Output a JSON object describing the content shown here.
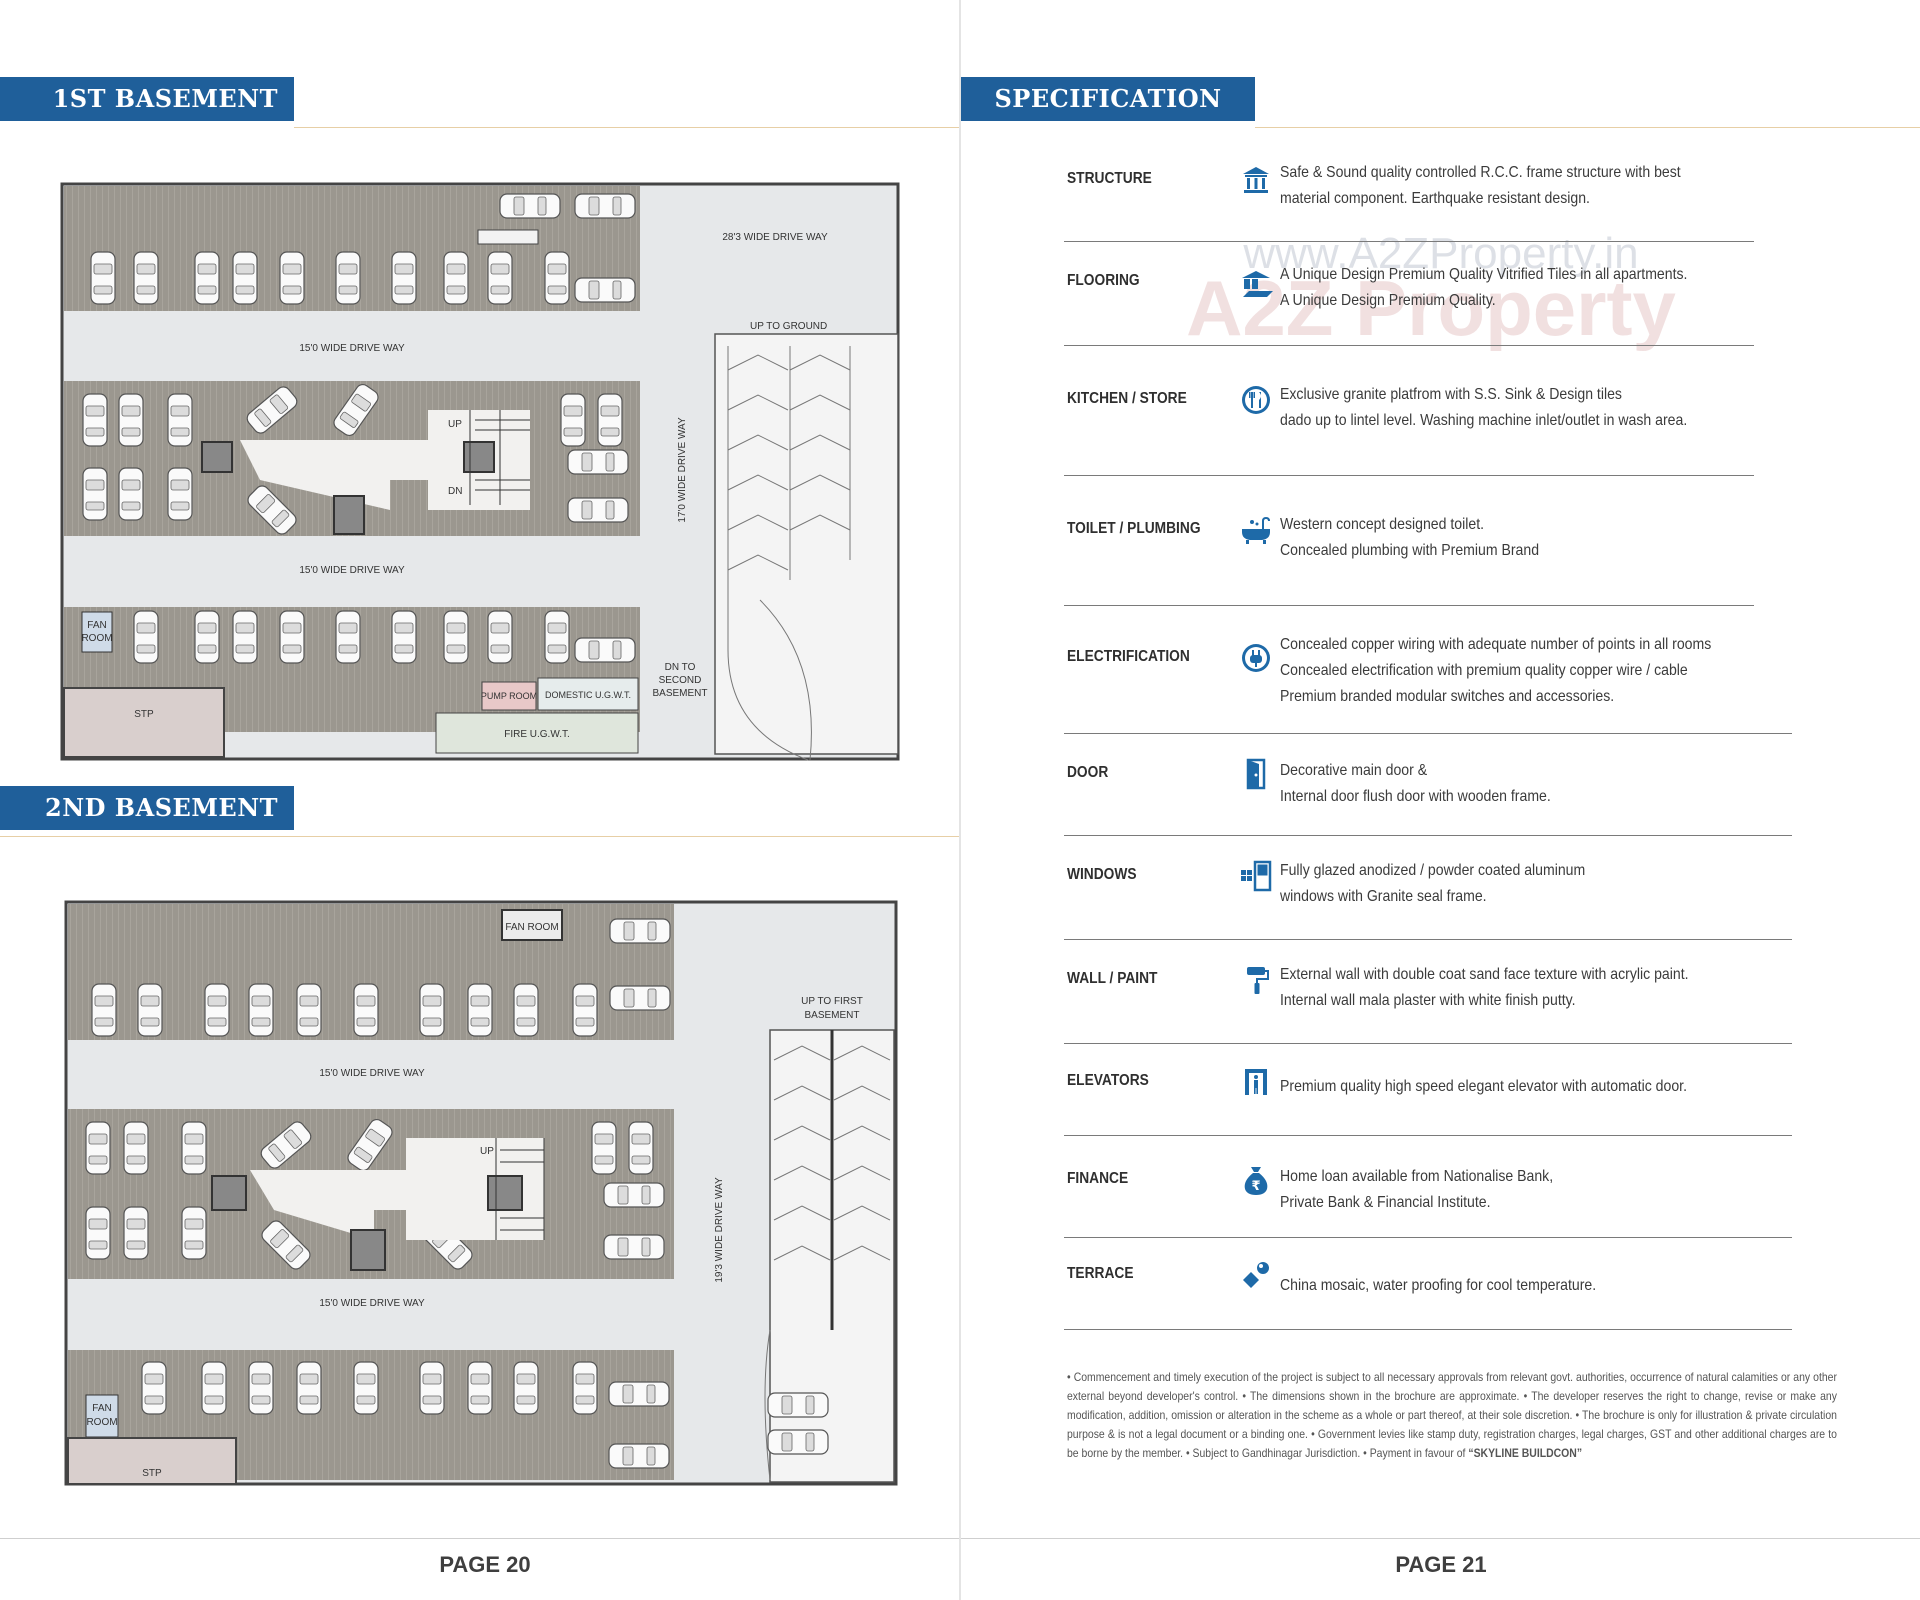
{
  "left_page": {
    "banner_1": "1ST BASEMENT",
    "banner_2": "2ND BASEMENT",
    "page_number": "PAGE 20",
    "basement_1": {
      "drive_top": "15'0 WIDE DRIVE WAY",
      "drive_middle": "15'0 WIDE DRIVE WAY",
      "drive_vertical": "17'0 WIDE DRIVE WAY",
      "drive_right_top": "28'3 WIDE DRIVE WAY",
      "up_to_ground": "UP TO GROUND",
      "dn_to_second": [
        "DN TO",
        "SECOND",
        "BASEMENT"
      ],
      "fan_room": [
        "FAN",
        "ROOM"
      ],
      "stp": "STP",
      "pump_room": "PUMP ROOM",
      "domestic_ugwt": "DOMESTIC U.G.W.T.",
      "fire_ugwt": "FIRE U.G.W.T.",
      "stair_up": "UP",
      "stair_dn": "DN"
    },
    "basement_2": {
      "drive_top": "15'0 WIDE DRIVE WAY",
      "drive_bottom": "15'0 WIDE DRIVE WAY",
      "drive_vertical": "19'3 WIDE DRIVE WAY",
      "up_to_first": [
        "UP TO FIRST",
        "BASEMENT"
      ],
      "fan_room_top": "FAN ROOM",
      "fan_room_left": [
        "FAN",
        "ROOM"
      ],
      "stp": "STP",
      "stair_up": "UP"
    }
  },
  "right_page": {
    "banner": "SPECIFICATION",
    "page_number": "PAGE 21",
    "watermark": {
      "url": "www.A2ZProperty.in",
      "brand": "A2Z Property"
    },
    "specs": [
      {
        "label": "STRUCTURE",
        "icon": "bank-building-icon",
        "lines": [
          "Safe & Sound quality controlled R.C.C. frame structure with best",
          "material component. Earthquake resistant design."
        ]
      },
      {
        "label": "FLOORING",
        "icon": "tiles-icon",
        "lines": [
          "A Unique Design Premium Quality Vitrified Tiles in all apartments.",
          "A Unique Design Premium Quality."
        ]
      },
      {
        "label": "KITCHEN / STORE",
        "icon": "fork-knife-icon",
        "lines": [
          "Exclusive granite platfrom with S.S. Sink & Design tiles",
          "dado up to lintel level. Washing machine inlet/outlet in wash area."
        ]
      },
      {
        "label": "TOILET / PLUMBING",
        "icon": "bathtub-icon",
        "lines": [
          "Western concept designed toilet.",
          "Concealed plumbing with Premium Brand"
        ]
      },
      {
        "label": "ELECTRIFICATION",
        "icon": "plug-icon",
        "lines": [
          "Concealed copper wiring with adequate number of points in all rooms",
          "Concealed electrification with premium quality copper wire / cable",
          "Premium branded modular switches and accessories."
        ]
      },
      {
        "label": "DOOR",
        "icon": "door-icon",
        "lines": [
          "Decorative main door &",
          "Internal door flush door with wooden frame."
        ]
      },
      {
        "label": "WINDOWS",
        "icon": "window-icon",
        "lines": [
          "Fully glazed anodized / powder coated aluminum",
          "windows with Granite seal frame."
        ]
      },
      {
        "label": "WALL / PAINT",
        "icon": "paint-roller-icon",
        "lines": [
          "External wall with double coat sand face texture with acrylic paint.",
          "Internal wall mala plaster with white finish putty."
        ]
      },
      {
        "label": "ELEVATORS",
        "icon": "elevator-icon",
        "lines": [
          "Premium quality high speed elegant elevator with automatic door."
        ]
      },
      {
        "label": "FINANCE",
        "icon": "rupee-bag-icon",
        "lines": [
          "Home loan available from Nationalise Bank,",
          "Private Bank & Financial Institute."
        ]
      },
      {
        "label": "TERRACE",
        "icon": "terrace-tile-icon",
        "lines": [
          "China mosaic, water proofing for cool temperature."
        ]
      }
    ],
    "disclaimer": "• Commencement and timely execution of the project is subject to all necessary approvals from relevant govt. authorities, occurrence of natural calamities or any other external beyond developer's control. • The dimensions shown in the brochure are approximate. • The developer reserves the right to change, revise or make any modification, addition, omission or alteration in the scheme as a whole or part thereof, at their sole discretion. • The brochure is only for illustration & private circulation purpose & is not a legal document or a binding one. • Government levies like stamp duty, registration charges, legal charges, GST and other additional charges are to be borne by the member.  • Subject to Gandhinagar Jurisdiction. • Payment in favour of",
    "disclaimer_company": "“SKYLINE BUILDCON”"
  },
  "colors": {
    "banner_blue": "#1f5f9a",
    "icon_blue": "#1e6aa8",
    "parking_gray": "#9a968e",
    "drive_gray": "#e6e8ea",
    "stp_pink": "#d9cfcd"
  }
}
